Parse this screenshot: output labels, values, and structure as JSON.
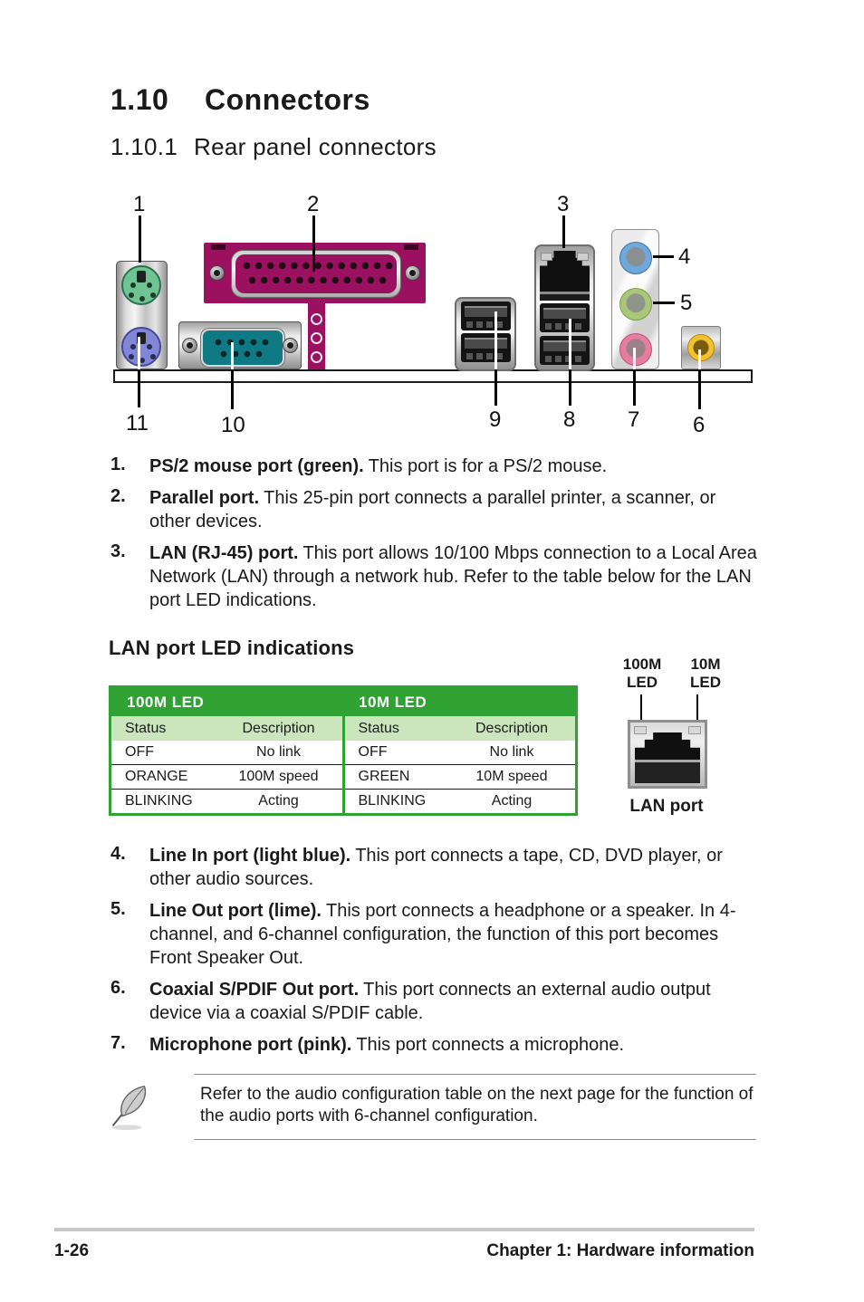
{
  "heading": {
    "number": "1.10",
    "title": "Connectors",
    "subsection_number": "1.10.1",
    "subsection_title": "Rear panel connectors"
  },
  "diagram": {
    "labels": {
      "p1": "1",
      "p2": "2",
      "p3": "3",
      "p4": "4",
      "p5": "5",
      "p6": "6",
      "p7": "7",
      "p8": "8",
      "p9": "9",
      "p10": "10",
      "p11": "11"
    }
  },
  "ports": [
    {
      "num": "1.",
      "term": "PS/2 mouse port (green).",
      "desc": "This port is for a PS/2 mouse."
    },
    {
      "num": "2.",
      "term": "Parallel port.",
      "desc": "This 25-pin port connects a parallel printer, a scanner, or other devices."
    },
    {
      "num": "3.",
      "term": "LAN (RJ-45) port.",
      "desc": "This port allows 10/100 Mbps connection to a Local Area Network (LAN) through a network hub. Refer to the table below for the LAN port LED indications."
    },
    {
      "num": "4.",
      "term": "Line In port (light blue).",
      "desc": "This port connects a tape, CD, DVD player, or other audio sources."
    },
    {
      "num": "5.",
      "term": "Line Out port (lime).",
      "desc": "This port connects a headphone or a speaker. In 4-channel, and 6-channel configuration, the function of this port becomes Front Speaker Out."
    },
    {
      "num": "6.",
      "term": "Coaxial S/PDIF Out port.",
      "desc": "This port connects an external audio output device via a coaxial S/PDIF cable."
    },
    {
      "num": "7.",
      "term": "Microphone port (pink).",
      "desc": "This port connects a microphone."
    }
  ],
  "led_table": {
    "heading": "LAN port LED indications",
    "col_headers": [
      "Status",
      "Description"
    ],
    "groups": [
      {
        "name": "100M LED",
        "rows": [
          {
            "status": "OFF",
            "desc": "No link"
          },
          {
            "status": "ORANGE",
            "desc": "100M speed"
          },
          {
            "status": "BLINKING",
            "desc": "Acting"
          }
        ]
      },
      {
        "name": "10M LED",
        "rows": [
          {
            "status": "OFF",
            "desc": "No link"
          },
          {
            "status": "GREEN",
            "desc": "10M speed"
          },
          {
            "status": "BLINKING",
            "desc": "Acting"
          }
        ]
      }
    ]
  },
  "lan_figure": {
    "left_led_label": "100M LED",
    "right_led_label": "10M LED",
    "caption": "LAN port"
  },
  "note": {
    "text": "Refer to the audio configuration table on the next page for the function of the audio ports with 6-channel configuration."
  },
  "footer": {
    "page_number": "1-26",
    "chapter": "Chapter 1: Hardware information"
  },
  "colors": {
    "table-green": "#2FA233",
    "table-green-light": "#CBE6BD",
    "parallel-magenta": "#9B1160",
    "serial-teal": "#0F7A84",
    "ps2-green": "#6FC493",
    "ps2-purple": "#8286D6",
    "jack-blue": "#6FA8DC",
    "jack-lime": "#A8C878",
    "jack-pink": "#E87C9E",
    "coax-yellow": "#F2C12E"
  }
}
